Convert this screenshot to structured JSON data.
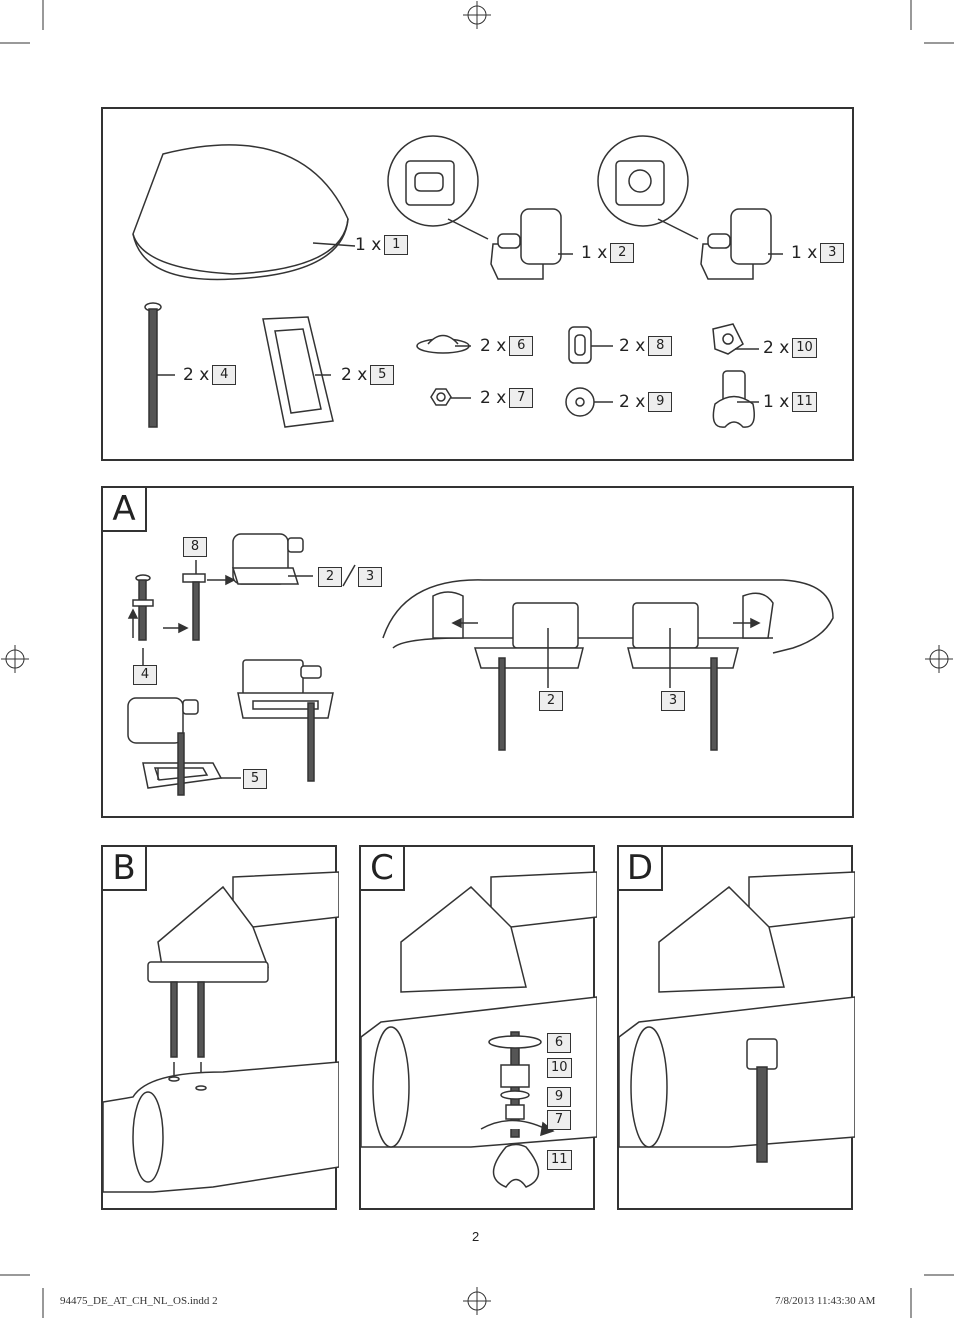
{
  "page_number": "2",
  "footer": {
    "file": "94475_DE_AT_CH_NL_OS.indd   2",
    "timestamp": "7/8/2013   11:43:30 AM"
  },
  "parts": [
    {
      "qty": "1 x",
      "num": "1"
    },
    {
      "qty": "1 x",
      "num": "2"
    },
    {
      "qty": "1 x",
      "num": "3"
    },
    {
      "qty": "2 x",
      "num": "4"
    },
    {
      "qty": "2 x",
      "num": "5"
    },
    {
      "qty": "2 x",
      "num": "6"
    },
    {
      "qty": "2 x",
      "num": "7"
    },
    {
      "qty": "2 x",
      "num": "8"
    },
    {
      "qty": "2 x",
      "num": "9"
    },
    {
      "qty": "2 x",
      "num": "10"
    },
    {
      "qty": "1 x",
      "num": "11"
    }
  ],
  "panel_a": {
    "tag": "A",
    "labels": [
      "8",
      "2",
      "3",
      "4",
      "5",
      "2",
      "3"
    ]
  },
  "panel_b": {
    "tag": "B"
  },
  "panel_c": {
    "tag": "C",
    "labels": [
      "6",
      "10",
      "9",
      "7",
      "11"
    ]
  },
  "panel_d": {
    "tag": "D"
  }
}
